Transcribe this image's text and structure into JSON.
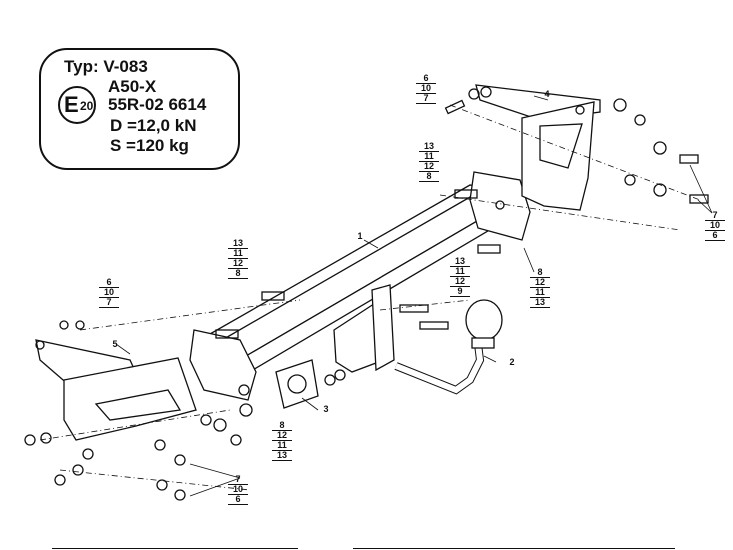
{
  "spec": {
    "type": "Typ: V-083",
    "mark": "E",
    "mark_number": "20",
    "approval_1": "A50-X",
    "approval_2": "55R-02 6614",
    "d_value": "D =12,0 kN",
    "s_value": "S =120 kg"
  },
  "parts": {
    "p1": "1",
    "p2": "2",
    "p3": "3",
    "p4": "4",
    "p5": "5"
  },
  "stacks": {
    "top_left_bolt": [
      "6",
      "10",
      "7"
    ],
    "top_mid_bolt": [
      "13",
      "11",
      "12",
      "8"
    ],
    "right_bolts": [
      "7",
      "10",
      "6"
    ],
    "mid_left_bolt": [
      "13",
      "11",
      "12",
      "8"
    ],
    "right_mid_bolt": [
      "8",
      "12",
      "11",
      "13"
    ],
    "ball_bolts": [
      "13",
      "11",
      "12",
      "9"
    ],
    "left_bolt": [
      "6",
      "10",
      "7"
    ],
    "bottom_mid_bolt": [
      "8",
      "12",
      "11",
      "13"
    ],
    "bottom_left_bolts": [
      "7",
      "10",
      "6"
    ]
  }
}
